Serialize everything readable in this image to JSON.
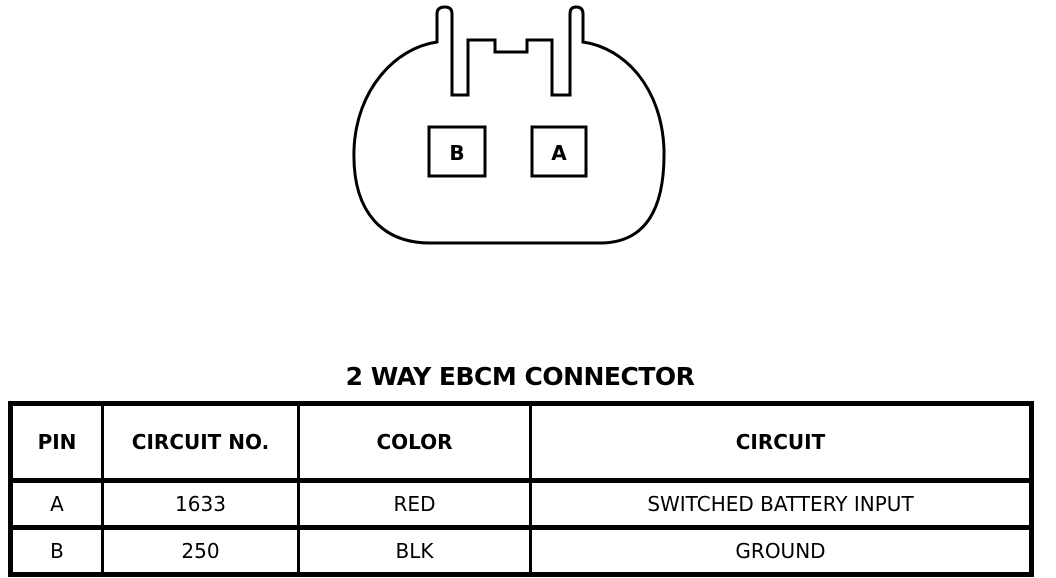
{
  "connector": {
    "pins": [
      "B",
      "A"
    ]
  },
  "title": "2 WAY EBCM CONNECTOR",
  "table": {
    "headers": [
      "PIN",
      "CIRCUIT NO.",
      "COLOR",
      "CIRCUIT"
    ],
    "rows": [
      [
        "A",
        "1633",
        "RED",
        "SWITCHED BATTERY INPUT"
      ],
      [
        "B",
        "250",
        "BLK",
        "GROUND"
      ]
    ]
  }
}
